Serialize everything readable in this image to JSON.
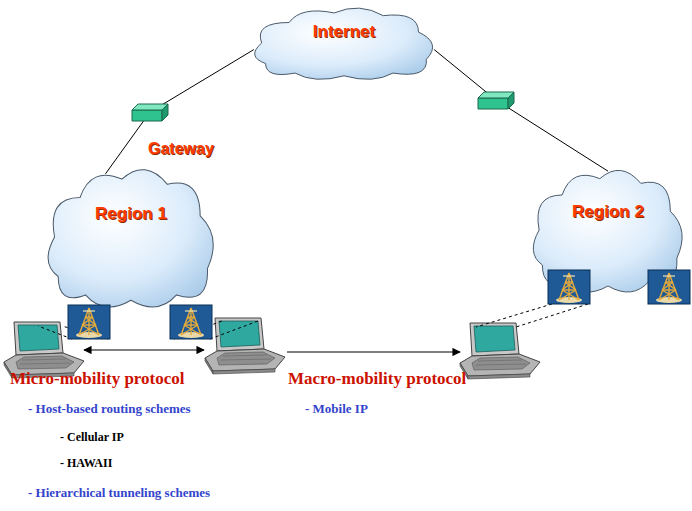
{
  "diagram": {
    "nodes": [
      {
        "text": [
          "Internet"
        ]
      },
      {
        "text": [
          "Region 1"
        ]
      },
      {
        "text": [
          "Region 2"
        ]
      }
    ],
    "edges": [
      {
        "from": 0,
        "to": 1,
        "arrow": "none"
      },
      {
        "from": 0,
        "to": 2,
        "arrow": "none"
      }
    ],
    "labels": [
      "Gateway",
      "Micro-mobility protocol",
      "- Host-based routing schemes",
      "- Cellular IP",
      "- HAWAII",
      "- Hierarchical tunneling schemes",
      "Macro-mobility protocol",
      "- Mobile IP"
    ]
  }
}
